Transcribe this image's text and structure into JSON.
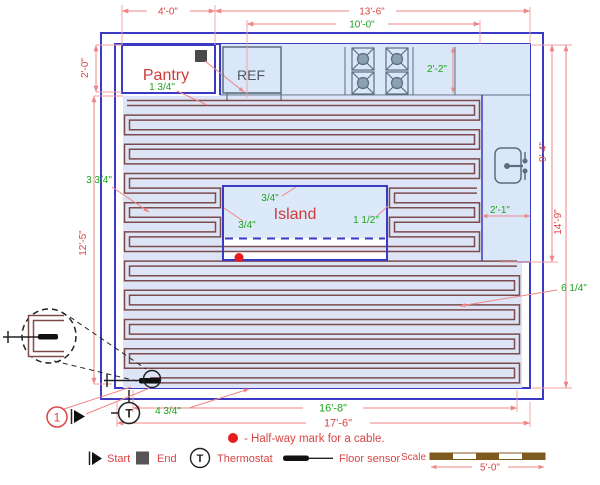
{
  "rooms": {
    "pantry": "Pantry",
    "ref": "REF",
    "island": "Island"
  },
  "dims": {
    "top_pantry": "4'-0\"",
    "top_main": "13'-6\"",
    "top_counter": "10'-0\"",
    "counter_depth": "2'-2\"",
    "left_pantry": "2'-0\"",
    "left_main": "12'-5\"",
    "cable_gap_left": "3 3/4\"",
    "right_counter_len": "9'-4\"",
    "right_main": "14'-9\"",
    "right_counter_width": "2'-1\"",
    "cable_gap_right": "6 1/4\"",
    "bottom_inner": "16'-8\"",
    "bottom_main": "17'-6\"",
    "cable_gap_bottom": "4 3/4\"",
    "island_top": "3/4\"",
    "island_left": "3/4\"",
    "island_right": "1 1/2\"",
    "pantry_gap": "1 3/4\""
  },
  "markers": {
    "detail_number": "1",
    "thermostat": "T"
  },
  "note": {
    "halfway": "- Half-way mark for a cable."
  },
  "legend": {
    "start": "Start",
    "end": "End",
    "thermostat": "Thermostat",
    "thermostat_symbol": "T",
    "floor_sensor": "Floor sensor"
  },
  "scale": {
    "label": "Scale",
    "length": "5'-0\""
  },
  "colors": {
    "wall_blue": "#3a3ac4",
    "dimension_red": "#ef8686",
    "text_red": "#d94545",
    "annotation_green": "#1ea31e",
    "cable_brown": "#7c4b4b",
    "floor_fill": "#dce4f6",
    "counter_fill": "#d9e7f8",
    "fixture_gray": "#5b6e80",
    "marker_red": "#e81c1c",
    "scale_brown": "#7d5a1e"
  }
}
